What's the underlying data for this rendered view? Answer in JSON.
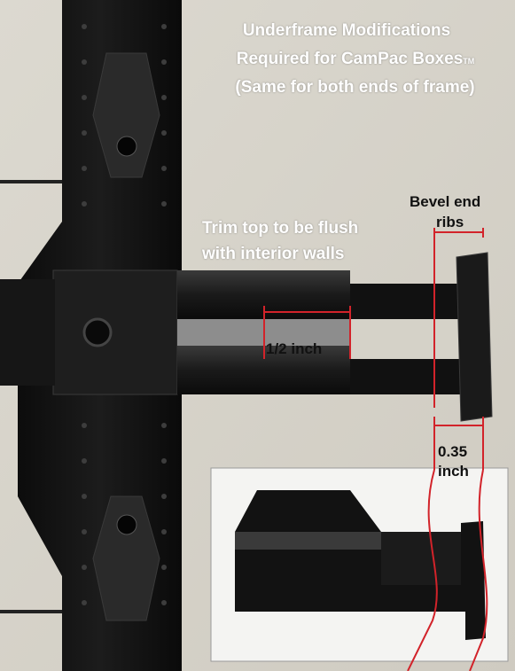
{
  "title": {
    "line1": "Underframe Modifications",
    "line2_main": "Required for CamPac Boxes",
    "line2_tm": "TM",
    "line3": "(Same for both ends of frame)"
  },
  "labels": {
    "trim_line1": "Trim top to be flush",
    "trim_line2": "with interior walls",
    "bevel_line1": "Bevel end",
    "bevel_line2": "ribs",
    "half_inch": "1/2 inch",
    "dim_line1": "0.35",
    "dim_line2": "inch"
  },
  "colors": {
    "background_wall": "#d9d6cd",
    "frame_black": "#121212",
    "annotation_red": "#d2232a",
    "inset_background": "#f4f4f2"
  }
}
